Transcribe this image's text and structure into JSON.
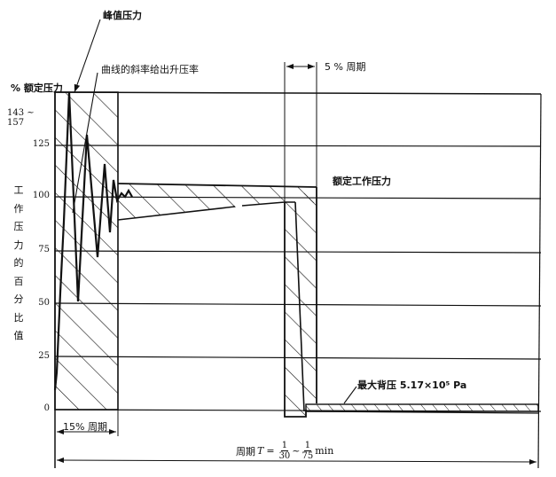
{
  "diagram": {
    "title_callouts": {
      "peak_pressure": "峰值压力",
      "slope_note": "曲线的斜率给出升压率",
      "rated_working_pressure": "额定工作压力",
      "max_back_pressure": "最大背压 5.17×10⁵ Pa"
    },
    "y_axis": {
      "unit_label": "% 额定压力",
      "vertical_label_chars": [
        "工",
        "作",
        "压",
        "力",
        "的",
        "百",
        "分",
        "比",
        "值"
      ],
      "ticks": [
        "143 ~ 157",
        "125",
        "100",
        "75",
        "50",
        "25",
        "0"
      ]
    },
    "dimensions": {
      "rise_period": "15% 周期",
      "fall_period": "5 % 周期",
      "cycle_prefix": "周期",
      "cycle_var": "T",
      "cycle_eq": "=",
      "frac1_num": "1",
      "frac1_den": "30",
      "tilde": "~",
      "frac2_num": "1",
      "frac2_den": "75",
      "cycle_unit": "min"
    },
    "colors": {
      "ink": "#111111",
      "background": "#ffffff"
    }
  }
}
